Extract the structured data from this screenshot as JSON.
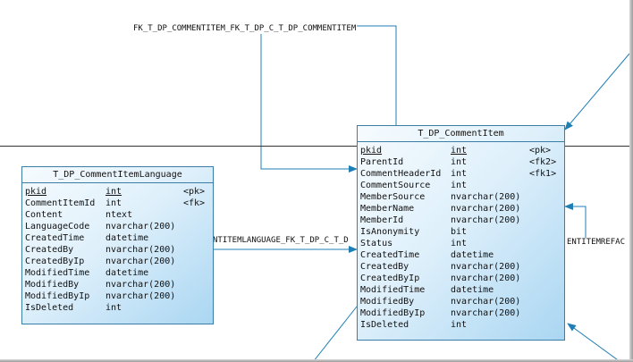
{
  "relationships": {
    "self_ref_label": "FK_T_DP_COMMENTITEM_FK_T_DP_C_T_DP_COMMENTITEM",
    "lang_ref_label_visible": "NTITEMLANGUAGE_FK_T_DP_C_T_D",
    "right_ref_label_visible": "ENTITEMREFAC"
  },
  "entities": {
    "language": {
      "title": "T_DP_CommentItemLanguage",
      "columns": [
        {
          "name": "pkid",
          "type": "int",
          "key": "<pk>"
        },
        {
          "name": "CommentItemId",
          "type": "int",
          "key": "<fk>"
        },
        {
          "name": "Content",
          "type": "ntext",
          "key": ""
        },
        {
          "name": "LanguageCode",
          "type": "nvarchar(200)",
          "key": ""
        },
        {
          "name": "CreatedTime",
          "type": "datetime",
          "key": ""
        },
        {
          "name": "CreatedBy",
          "type": "nvarchar(200)",
          "key": ""
        },
        {
          "name": "CreatedByIp",
          "type": "nvarchar(200)",
          "key": ""
        },
        {
          "name": "ModifiedTime",
          "type": "datetime",
          "key": ""
        },
        {
          "name": "ModifiedBy",
          "type": "nvarchar(200)",
          "key": ""
        },
        {
          "name": "ModifiedByIp",
          "type": "nvarchar(200)",
          "key": ""
        },
        {
          "name": "IsDeleted",
          "type": "int",
          "key": ""
        }
      ]
    },
    "item": {
      "title": "T_DP_CommentItem",
      "columns": [
        {
          "name": "pkid",
          "type": "int",
          "key": "<pk>"
        },
        {
          "name": "ParentId",
          "type": "int",
          "key": "<fk2>"
        },
        {
          "name": "CommentHeaderId",
          "type": "int",
          "key": "<fk1>"
        },
        {
          "name": "CommentSource",
          "type": "int",
          "key": ""
        },
        {
          "name": "MemberSource",
          "type": "nvarchar(200)",
          "key": ""
        },
        {
          "name": "MemberName",
          "type": "nvarchar(200)",
          "key": ""
        },
        {
          "name": "MemberId",
          "type": "nvarchar(200)",
          "key": ""
        },
        {
          "name": "IsAnonymity",
          "type": "bit",
          "key": ""
        },
        {
          "name": "Status",
          "type": "int",
          "key": ""
        },
        {
          "name": "CreatedTime",
          "type": "datetime",
          "key": ""
        },
        {
          "name": "CreatedBy",
          "type": "nvarchar(200)",
          "key": ""
        },
        {
          "name": "CreatedByIp",
          "type": "nvarchar(200)",
          "key": ""
        },
        {
          "name": "ModifiedTime",
          "type": "datetime",
          "key": ""
        },
        {
          "name": "ModifiedBy",
          "type": "nvarchar(200)",
          "key": ""
        },
        {
          "name": "ModifiedByIp",
          "type": "nvarchar(200)",
          "key": ""
        },
        {
          "name": "IsDeleted",
          "type": "int",
          "key": ""
        }
      ]
    }
  },
  "colors": {
    "line": "#1f7fb5",
    "entity_border": "#3a7ea8",
    "entity_fill_light": "#f6fbfe",
    "entity_fill_dark": "#aad6f2"
  }
}
